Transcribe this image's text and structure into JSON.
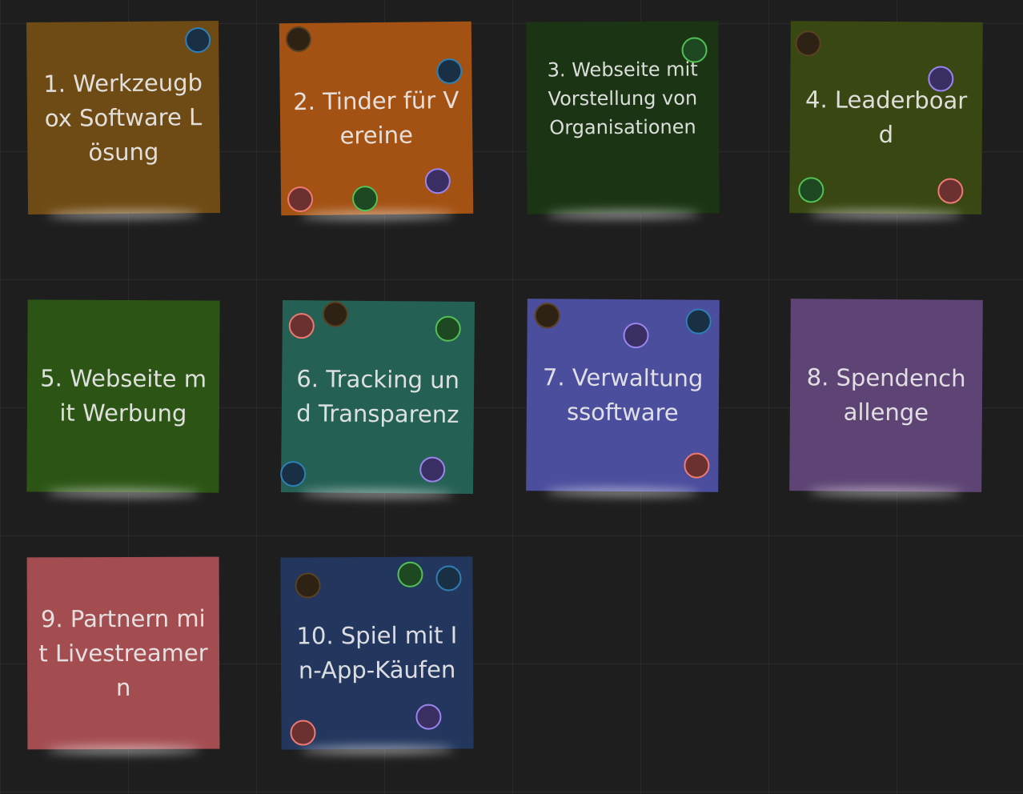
{
  "colors": {
    "dot_dark": "#2d2213",
    "dot_blue": "#193044",
    "dot_green": "#1d4821",
    "dot_purple": "#3b2e62",
    "dot_red": "#6b3131"
  },
  "notes": [
    {
      "label": "1. Werkzeugbox Software Lösung",
      "color": "#6e4a14",
      "dots": [
        "blue"
      ]
    },
    {
      "label": "2. Tinder für Vereine",
      "color": "#a45213",
      "dots": [
        "dark",
        "blue",
        "red",
        "green",
        "purple"
      ]
    },
    {
      "label": "3. Webseite mit Vorstellung von Organisationen",
      "color": "#1b3514",
      "dots": [
        "green"
      ]
    },
    {
      "label": "4. Leaderboard",
      "color": "#394713",
      "dots": [
        "dark",
        "purple",
        "green",
        "red"
      ]
    },
    {
      "label": "5. Webseite mit Werbung",
      "color": "#2c5515",
      "dots": []
    },
    {
      "label": "6. Tracking und Transparenz",
      "color": "#256055",
      "dots": [
        "dark",
        "red",
        "green",
        "blue",
        "purple"
      ]
    },
    {
      "label": "7. Verwaltungssoftware",
      "color": "#4b4d9d",
      "dots": [
        "dark",
        "purple",
        "blue",
        "red"
      ]
    },
    {
      "label": "8. Spendenchallenge",
      "color": "#5e4474",
      "dots": []
    },
    {
      "label": "9. Partnern mit Livestreamern",
      "color": "#a34d51",
      "dots": []
    },
    {
      "label": "10. Spiel mit In-App-Käufen",
      "color": "#23375e",
      "dots": [
        "green",
        "blue",
        "dark",
        "purple",
        "red"
      ]
    }
  ]
}
